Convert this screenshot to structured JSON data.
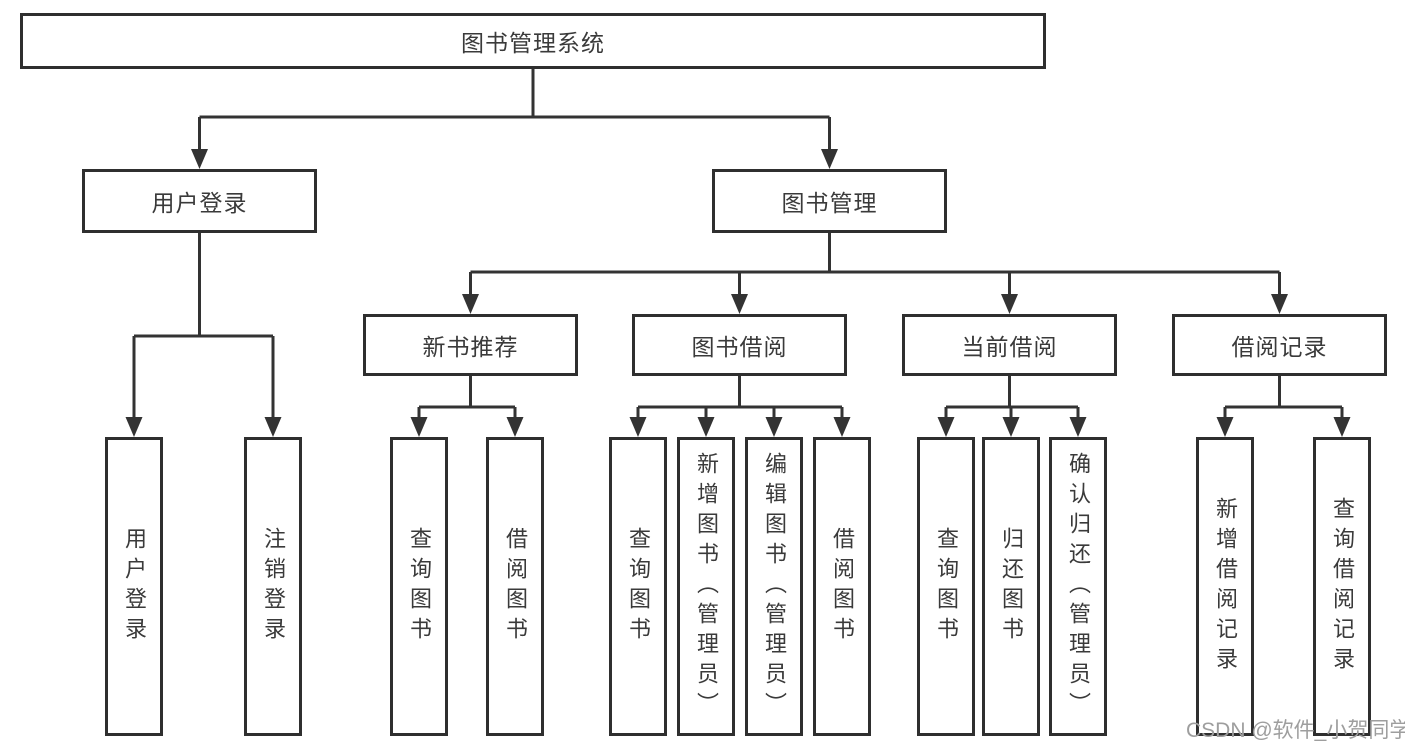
{
  "diagram": {
    "root": {
      "label": "图书管理系统"
    },
    "level2": [
      {
        "label": "用户登录"
      },
      {
        "label": "图书管理"
      }
    ],
    "level3": [
      {
        "label": "新书推荐"
      },
      {
        "label": "图书借阅"
      },
      {
        "label": "当前借阅"
      },
      {
        "label": "借阅记录"
      }
    ],
    "leaves": {
      "user_login": [
        {
          "label": "用户登录"
        },
        {
          "label": "注销登录"
        }
      ],
      "new_book": [
        {
          "label": "查询图书"
        },
        {
          "label": "借阅图书"
        }
      ],
      "book_borrow": [
        {
          "label": "查询图书"
        },
        {
          "label": "新增图书（管理员）"
        },
        {
          "label": "编辑图书（管理员）"
        },
        {
          "label": "借阅图书"
        }
      ],
      "current_borrow": [
        {
          "label": "查询图书"
        },
        {
          "label": "归还图书"
        },
        {
          "label": "确认归还（管理员）"
        }
      ],
      "borrow_record": [
        {
          "label": "新增借阅记录"
        },
        {
          "label": "查询借阅记录"
        }
      ]
    },
    "watermark": "CSDN @软件_小贺同学",
    "colors": {
      "line": "#333333",
      "box_border": "#2f2f2f",
      "background": "#ffffff",
      "watermark": "#9e9e9e"
    }
  }
}
